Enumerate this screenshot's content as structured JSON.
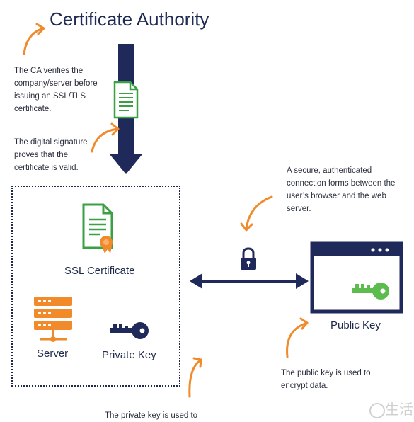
{
  "diagram": {
    "title": "Certificate Authority",
    "notes": {
      "ca_verifies": "The CA verifies the company/server before issuing an SSL/TLS certificate.",
      "digital_signature": "The digital signature proves that the certificate is valid.",
      "secure_connection": "A secure, authenticated connection forms between the user’s browser and the web server.",
      "public_key_note": "The public key is used to encrypt data.",
      "private_key_note": "The private key is used to"
    },
    "labels": {
      "ssl_certificate": "SSL Certificate",
      "server": "Server",
      "private_key": "Private Key",
      "public_key": "Public Key"
    },
    "watermark": "生活"
  },
  "colors": {
    "navy": "#1f2a5a",
    "orange": "#f08a2a",
    "green": "#3aa043",
    "light_green": "#5cbc4d"
  }
}
